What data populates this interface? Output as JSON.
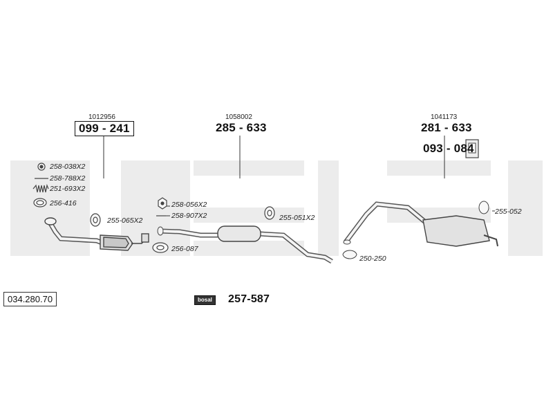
{
  "watermark": {
    "text": "bosal",
    "color": "#e6e6e6"
  },
  "assemblies": [
    {
      "ref": "1012956",
      "part": "099 - 241",
      "boxed": true
    },
    {
      "ref": "1058002",
      "part": "285 - 633",
      "boxed": false
    },
    {
      "ref": "1041173",
      "part": "281 - 633",
      "boxed": false
    }
  ],
  "extra_part": "093 - 084",
  "accessories": {
    "gasket_a": "258-038X2",
    "bolt_a": "258-788X2",
    "spring_a": "251-693X2",
    "ring_a": "256-416",
    "hanger_a": "255-065X2",
    "nut_b": "258-056X2",
    "bolt_b": "258-907X2",
    "gasket_b": "256-087",
    "hanger_b": "255-051X2",
    "clamp_c": "250-250",
    "hanger_c": "255-052"
  },
  "kit": {
    "brand": "bosal",
    "part": "257-587"
  },
  "catalog_number": "034.280.70"
}
